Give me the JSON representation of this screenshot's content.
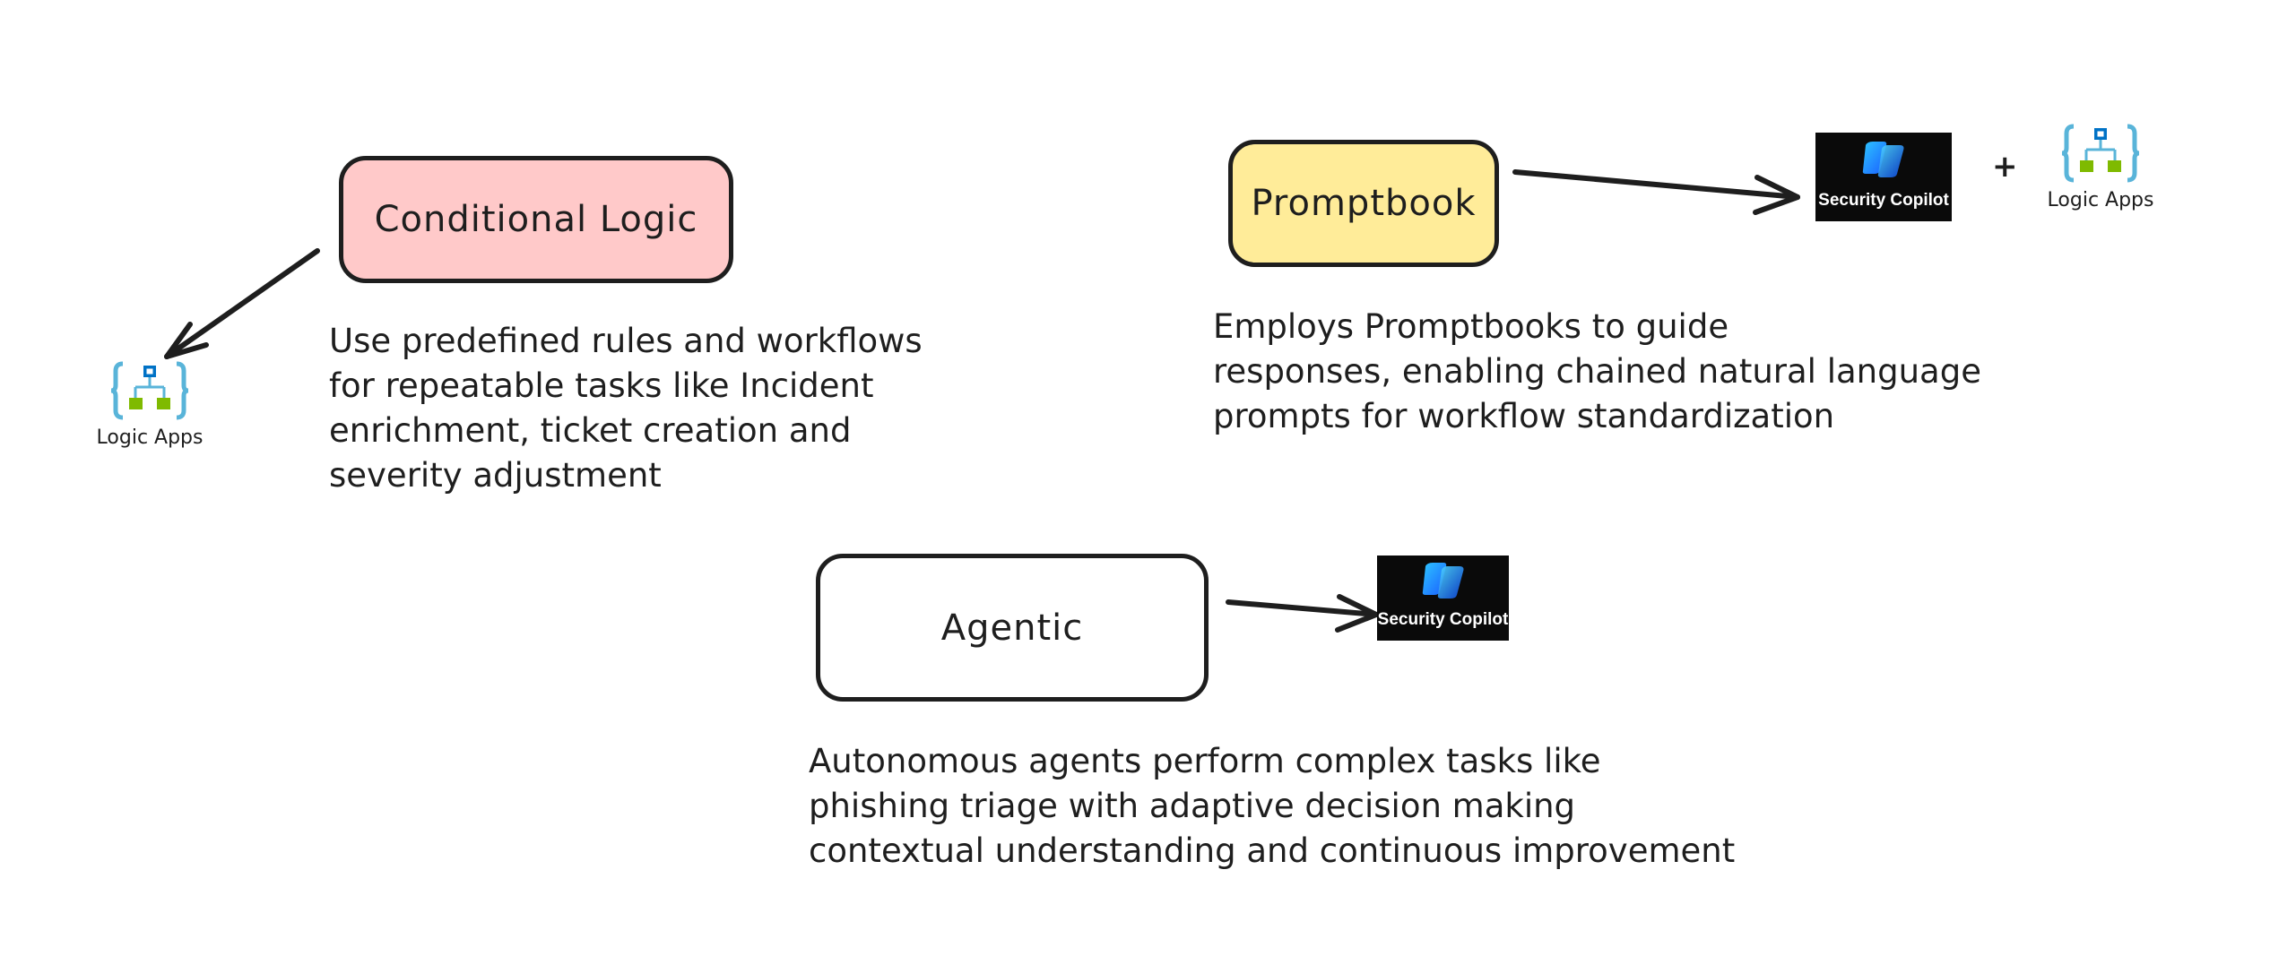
{
  "boxes": {
    "conditional": {
      "label": "Conditional Logic",
      "fill": "#ffc9c9"
    },
    "promptbook": {
      "label": "Promptbook",
      "fill": "#ffec99"
    },
    "agentic": {
      "label": "Agentic",
      "fill": "#ffffff"
    }
  },
  "descriptions": {
    "conditional": "Use predefined rules and workflows\nfor repeatable tasks like Incident\nenrichment, ticket creation and\nseverity adjustment",
    "promptbook": "Employs Promptbooks to guide\nresponses, enabling chained natural language\nprompts for workflow standardization",
    "agentic": "Autonomous agents perform complex tasks like\nphishing triage with adaptive decision making\ncontextual understanding and continuous improvement"
  },
  "logos": {
    "security_copilot_label": "Security Copilot",
    "logic_apps_label": "Logic Apps",
    "plus": "+"
  },
  "icons": {
    "logic_apps": "logic-apps-icon",
    "security_copilot": "security-copilot-icon"
  },
  "colors": {
    "stroke": "#1e1e1e",
    "logic_apps_blue": "#59b4d9",
    "logic_apps_dark_blue": "#0072c6",
    "logic_apps_green": "#7fba00",
    "copilot_tile": "#0a0a0a"
  }
}
